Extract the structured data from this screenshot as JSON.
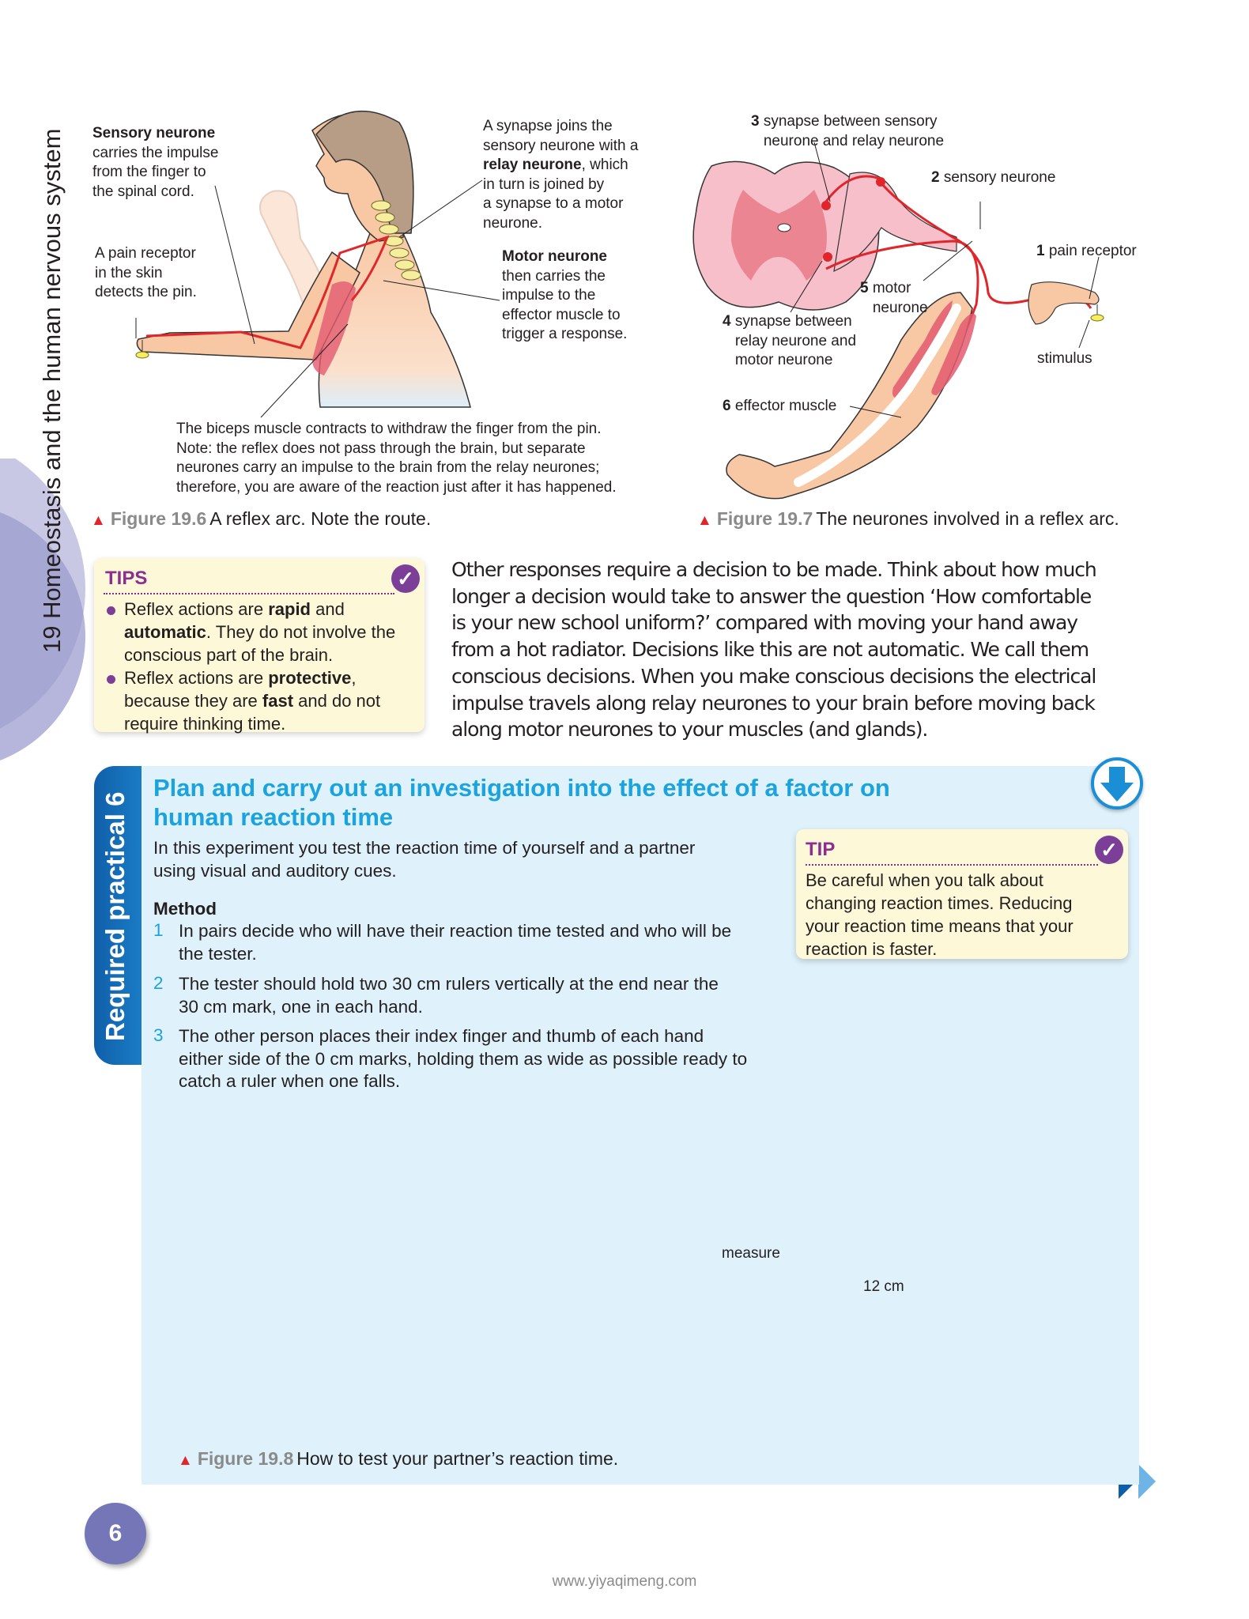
{
  "side_title": "19  Homeostasis and the human nervous system",
  "fig196": {
    "sensory_title": "Sensory neurone",
    "sensory_lines": [
      "carries the impulse",
      "from the finger to",
      "the spinal cord."
    ],
    "receptor_lines": [
      "A pain receptor",
      "in the skin",
      "detects the pin."
    ],
    "synapse_lines": [
      "A synapse joins the",
      "sensory neurone with a"
    ],
    "relay_bold": "relay neurone",
    "relay_rest": ", which",
    "synapse_lines2": [
      "in turn is joined by",
      "a synapse to a motor",
      "neurone."
    ],
    "motor_title": "Motor neurone",
    "motor_lines": [
      "then carries the",
      "impulse to the",
      "effector muscle to",
      "trigger a response."
    ],
    "biceps_lines": [
      "The biceps muscle contracts to withdraw the finger from the pin.",
      "Note: the reflex does not pass through the brain, but separate",
      "neurones carry an impulse to the brain from the relay neurones;",
      "therefore, you are aware of the reaction just after it has happened."
    ],
    "caption_fig": "Figure 19.6",
    "caption_text": "A reflex arc. Note the route."
  },
  "fig197": {
    "l3_num": "3",
    "l3_a": "synapse between sensory",
    "l3_b": "neurone and relay neurone",
    "l2_num": "2",
    "l2": "sensory neurone",
    "l1_num": "1",
    "l1": "pain receptor",
    "l5_num": "5",
    "l5_a": "motor",
    "l5_b": "neurone",
    "l4_num": "4",
    "l4_a": "synapse between",
    "l4_b": "relay neurone and",
    "l4_c": "motor neurone",
    "stimulus": "stimulus",
    "l6_num": "6",
    "l6": "effector muscle",
    "caption_fig": "Figure 19.7",
    "caption_text": "The neurones involved in a reflex arc."
  },
  "tips": {
    "heading": "TIPS",
    "item1": [
      "Reflex actions are ",
      "rapid",
      " and ",
      "automatic",
      ". They do not involve the conscious part of the brain."
    ],
    "item2": [
      "Reflex actions are ",
      "protective",
      ", because they are ",
      "fast",
      " and do not require thinking time."
    ]
  },
  "paragraph": [
    "Other responses require a decision to be made. Think about how much",
    "longer a decision would take to answer the question ‘How comfortable",
    "is your new school uniform?’ compared with moving your hand away",
    "from a hot radiator. Decisions like this are not automatic. We call them",
    "conscious decisions. When you make conscious decisions the electrical",
    "impulse travels along relay neurones to your brain before moving back",
    "along motor neurones to your muscles (and glands)."
  ],
  "practical": {
    "tab": "Required practical 6",
    "heading_lines": [
      "Plan and carry out an investigation into the effect of a factor on",
      "human reaction time"
    ],
    "intro_lines": [
      "In this experiment you test the reaction time of yourself and a partner",
      "using visual and auditory cues."
    ],
    "method_heading": "Method",
    "steps": [
      {
        "num": "1",
        "lines": [
          "In pairs decide who will have their reaction time tested and who will be",
          "the tester."
        ]
      },
      {
        "num": "2",
        "lines": [
          "The tester should hold two 30 cm rulers vertically at the end near the",
          "30 cm mark, one in each hand."
        ]
      },
      {
        "num": "3",
        "lines": [
          "The other person places their index finger and thumb of each hand",
          "either side of the 0 cm marks, holding them as wide as possible ready to",
          "catch a ruler when one falls."
        ]
      }
    ],
    "tip": {
      "heading": "TIP",
      "lines": [
        "Be careful when you talk about",
        "changing reaction times. Reducing",
        "your reaction time means that your",
        "reaction is faster."
      ]
    },
    "fig198": {
      "measure": "measure",
      "value": "12 cm",
      "caption_fig": "Figure 19.8",
      "caption_text": "How to test your partner’s reaction time."
    }
  },
  "page_number": "6",
  "footer": "www.yiyaqimeng.com",
  "colors": {
    "accent_blue": "#1ba3dd",
    "tab_blue": "#0f5fa8",
    "purple": "#7b3f98",
    "box_bg": "#dff1fb",
    "tip_bg": "#fdf9d8",
    "red": "#e0262a"
  }
}
